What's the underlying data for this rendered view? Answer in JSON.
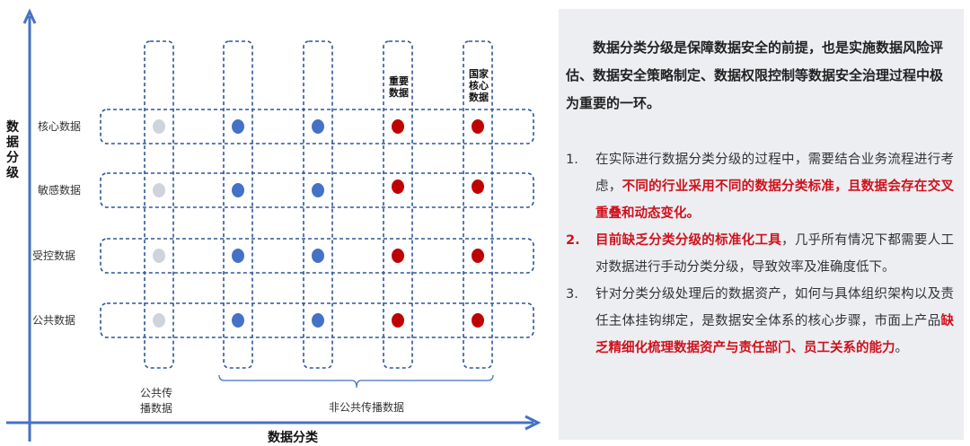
{
  "diagram": {
    "y_axis_label": "数据分级",
    "x_axis_label": "数据分类",
    "rows": [
      "核心数据",
      "敏感数据",
      "受控数据",
      "公共数据"
    ],
    "columns": [
      {
        "label": "",
        "dot": "public"
      },
      {
        "label": "",
        "dot": "normal"
      },
      {
        "label": "",
        "dot": "normal"
      },
      {
        "label": "重要数据",
        "dot": "important"
      },
      {
        "label": "国家核心数据",
        "dot": "important"
      }
    ],
    "group_public": "公共传播数据",
    "group_public_lines": [
      "公共传",
      "播数据"
    ],
    "group_nonpublic": "非公共传播数据",
    "colors": {
      "axis": "#4472c4",
      "dash": "#2f5597",
      "public": "#cfd4dc",
      "normal": "#4472c4",
      "important": "#c00000"
    }
  },
  "panel": {
    "intro": "数据分类分级是保障数据安全的前提，也是实施数据风险评估、数据安全策略制定、数据权限控制等数据安全治理过程中极为重要的一环。",
    "items": [
      {
        "num": "1.",
        "num_red": false,
        "parts": [
          {
            "text": "在实际进行数据分类分级的过程中，需要结合业务流程进行考虑，",
            "red": false
          },
          {
            "text": "不同的行业采用不同的数据分类标准，且数据会存在交叉重叠和动态变化。",
            "red": true
          }
        ]
      },
      {
        "num": "2.",
        "num_red": true,
        "parts": [
          {
            "text": "目前缺乏分类分级的标准化工具",
            "red": true
          },
          {
            "text": "，几乎所有情况下都需要人工对数据进行手动分类分级，导致效率及准确度低下。",
            "red": false
          }
        ]
      },
      {
        "num": "3.",
        "num_red": false,
        "parts": [
          {
            "text": "针对分类分级处理后的数据资产，如何与具体组织架构以及责任主体挂钩绑定，是数据安全体系的核心步骤，市面上产品",
            "red": false
          },
          {
            "text": "缺乏精细化梳理数据资产与责任部门、员工关系的能力",
            "red": true
          },
          {
            "text": "。",
            "red": false
          }
        ]
      }
    ]
  }
}
